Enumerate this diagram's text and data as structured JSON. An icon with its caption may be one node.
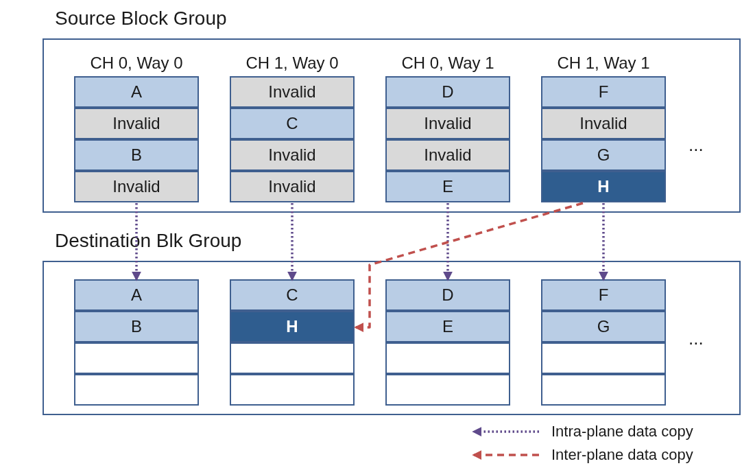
{
  "diagram": {
    "nodes": [
      {
        "text": [
          "Source Block Group"
        ]
      },
      {
        "text": [
          "CH 0, Way 0"
        ],
        "in": 0
      },
      {
        "text": [
          "A"
        ],
        "in": 1
      },
      {
        "text": [
          "Invalid"
        ],
        "in": 1
      },
      {
        "text": [
          "B"
        ],
        "in": 1
      },
      {
        "text": [
          "Invalid"
        ],
        "in": 1
      },
      {
        "text": [
          "CH 1, Way 0"
        ],
        "in": 0
      },
      {
        "text": [
          "Invalid"
        ],
        "in": 6
      },
      {
        "text": [
          "C"
        ],
        "in": 6
      },
      {
        "text": [
          "Invalid"
        ],
        "in": 6
      },
      {
        "text": [
          "Invalid"
        ],
        "in": 6
      },
      {
        "text": [
          "CH 0, Way 1"
        ],
        "in": 0
      },
      {
        "text": [
          "D"
        ],
        "in": 11
      },
      {
        "text": [
          "Invalid"
        ],
        "in": 11
      },
      {
        "text": [
          "Invalid"
        ],
        "in": 11
      },
      {
        "text": [
          "E"
        ],
        "in": 11
      },
      {
        "text": [
          "CH 1, Way 1"
        ],
        "in": 0
      },
      {
        "text": [
          "F"
        ],
        "in": 16
      },
      {
        "text": [
          "Invalid"
        ],
        "in": 16
      },
      {
        "text": [
          "G"
        ],
        "in": 16
      },
      {
        "text": [
          "H"
        ],
        "in": 16
      },
      {
        "text": [
          "Destination Blk Group"
        ]
      },
      {
        "text": [
          "A"
        ],
        "in": 21
      },
      {
        "text": [
          "B"
        ],
        "in": 21
      },
      {
        "text": [],
        "shape": "box",
        "in": 21
      },
      {
        "text": [],
        "shape": "box",
        "in": 21
      },
      {
        "text": [
          "C"
        ],
        "in": 21
      },
      {
        "text": [
          "H"
        ],
        "in": 21
      },
      {
        "text": [],
        "shape": "box",
        "in": 21
      },
      {
        "text": [],
        "shape": "box",
        "in": 21
      },
      {
        "text": [
          "D"
        ],
        "in": 21
      },
      {
        "text": [
          "E"
        ],
        "in": 21
      },
      {
        "text": [],
        "shape": "box",
        "in": 21
      },
      {
        "text": [],
        "shape": "box",
        "in": 21
      },
      {
        "text": [
          "F"
        ],
        "in": 21
      },
      {
        "text": [
          "G"
        ],
        "in": 21
      },
      {
        "text": [],
        "shape": "box",
        "in": 21
      },
      {
        "text": [],
        "shape": "box",
        "in": 21
      }
    ],
    "edges": [
      {
        "from": 1,
        "to": 22,
        "arrow": "to"
      },
      {
        "from": 6,
        "to": 26,
        "arrow": "to"
      },
      {
        "from": 11,
        "to": 30,
        "arrow": "to"
      },
      {
        "from": 16,
        "to": 34,
        "arrow": "to"
      },
      {
        "from": 20,
        "to": 27,
        "arrow": "to",
        "style": "dashed",
        "color": "#c0504d"
      }
    ],
    "labels": [
      "...",
      "..."
    ],
    "legend": [
      {
        "text": "Intra-plane data copy"
      },
      {
        "text": "Inter-plane data copy"
      }
    ]
  }
}
